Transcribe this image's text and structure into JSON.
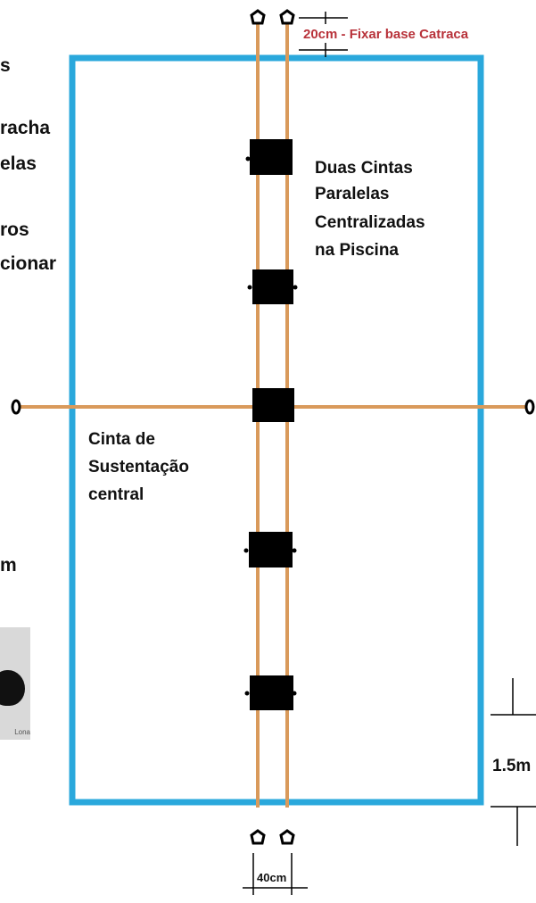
{
  "labels": {
    "top_spacing": "20cm - Fixar base Catraca",
    "straps_line1": "Duas Cintas",
    "straps_line2": "Paralelas",
    "straps_line3": "Centralizadas",
    "straps_line4": "na Piscina",
    "central_line1": "Cinta de",
    "central_line2": "Sustentação",
    "central_line3": "central",
    "bottom_spacing": "40cm",
    "right_measure": "1.5m"
  },
  "left_fragments": {
    "f1": "s",
    "f2": "racha",
    "f3": "elas",
    "f4": "ros",
    "f5": "cionar",
    "f6": "m"
  },
  "thumbnail_caption": "Lona",
  "colors": {
    "pool_border": "#2aa8dc",
    "strap": "#d99a5b",
    "ratchet": "#000000",
    "label_red": "#b8323a",
    "text": "#111111"
  }
}
